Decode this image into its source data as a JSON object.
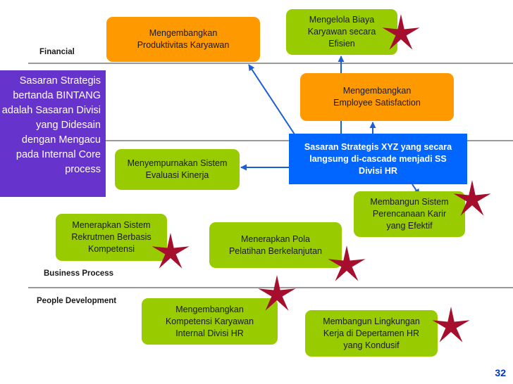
{
  "perspectives": {
    "financial": "Financial",
    "business_process": "Business Process",
    "people_development": "People Development"
  },
  "callout": "Sasaran Strategis bertanda BINTANG adalah Sasaran Divisi yang Didesain dengan Mengacu pada Internal Core process",
  "boxes": {
    "productivity": "Mengembangkan\nProduktivitas Karyawan",
    "cost": "Mengelola Biaya\nKaryawan secara\nEfisien",
    "satisfaction": "Mengembangkan\nEmployee Satisfaction",
    "cascade": "Sasaran Strategis XYZ yang secara\nlangsung di-cascade menjadi SS\nDivisi HR",
    "evaluation": "Menyempurnakan Sistem\nEvaluasi Kinerja",
    "career": "Membangun Sistem\nPerencanaan Karir\nyang Efektif",
    "recruitment": "Menerapkan Sistem\nRekrutmen Berbasis\nKompetensi",
    "training": "Menerapkan Pola\nPelatihan Berkelanjutan",
    "competency": "Mengembangkan\nKompetensi Karyawan\nInternal Divisi HR",
    "environment": "Membangun Lingkungan\nKerja di Depertamen HR\nyang Kondusif"
  },
  "page_number": "32",
  "colors": {
    "green": "#99cc00",
    "orange": "#ff9900",
    "blue": "#0066ff",
    "purple": "#6633cc",
    "star": "#a50f2d"
  }
}
